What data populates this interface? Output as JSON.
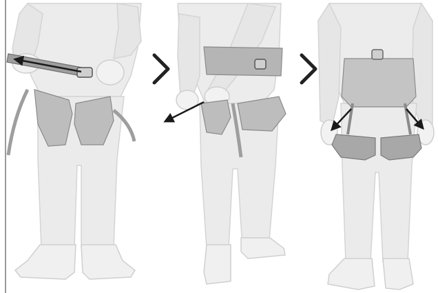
{
  "colors": {
    "figure_fill": "#ececec",
    "figure_stroke": "#d4d4d4",
    "harness_fill": "#bdbdbd",
    "harness_dark": "#8a8a8a",
    "arrow": "#1a1a1a",
    "step_chevron": "#222222",
    "left_rule": "#9a9a9a"
  },
  "panels": [
    {
      "name": "step-1",
      "action": "pull-waist-strap-left",
      "arrow_icon": "left-arrow-icon"
    },
    {
      "name": "step-2",
      "action": "pull-leg-strap-down-left",
      "arrow_icon": "down-left-arrow-icon"
    },
    {
      "name": "step-3",
      "action": "pull-rear-elastics-down-outward",
      "arrow_icon": "down-arrows-icon"
    }
  ],
  "separators": [
    "chevron-right-icon",
    "chevron-right-icon"
  ]
}
